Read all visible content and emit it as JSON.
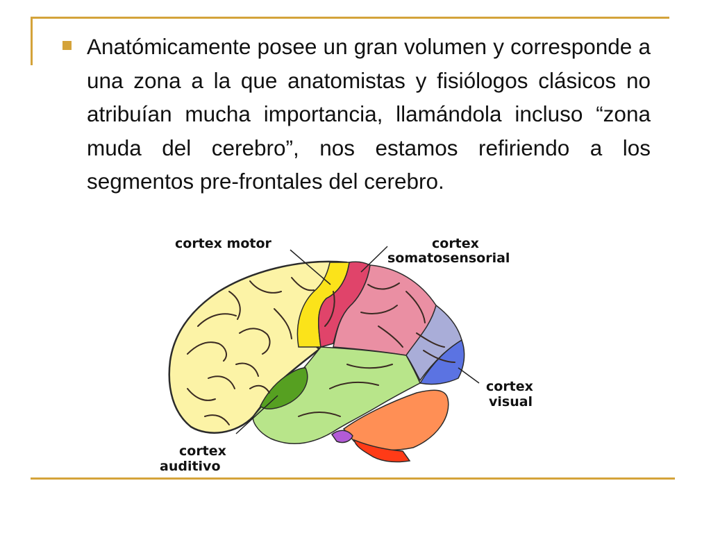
{
  "slide": {
    "paragraph": "Anatómicamente posee un gran volumen y corresponde a una zona a la que anatomistas y fisiólogos clásicos no atribuían mucha importancia, llamándola incluso “zona muda del cerebro”, nos estamos refiriendo a los segmentos pre-frontales del cerebro."
  },
  "diagram": {
    "labels": {
      "motor": "cortex motor",
      "somato_1": "cortex",
      "somato_2": "somatosensorial",
      "visual_1": "cortex",
      "visual_2": "visual",
      "auditivo_1": "cortex",
      "auditivo_2": "auditivo"
    },
    "colors": {
      "frontal": "#fcf3a6",
      "motor": "#fbe31a",
      "somatosensory": "#e0446a",
      "parietal": "#ea8fa3",
      "occipital_light": "#a9add8",
      "visual": "#5b73e2",
      "temporal": "#b8e58a",
      "auditory": "#56a021",
      "cerebellum": "#ff8f55",
      "brainstem": "#ff3b17",
      "pons": "#b25bd6",
      "frame_accent": "#d4a33a"
    }
  }
}
